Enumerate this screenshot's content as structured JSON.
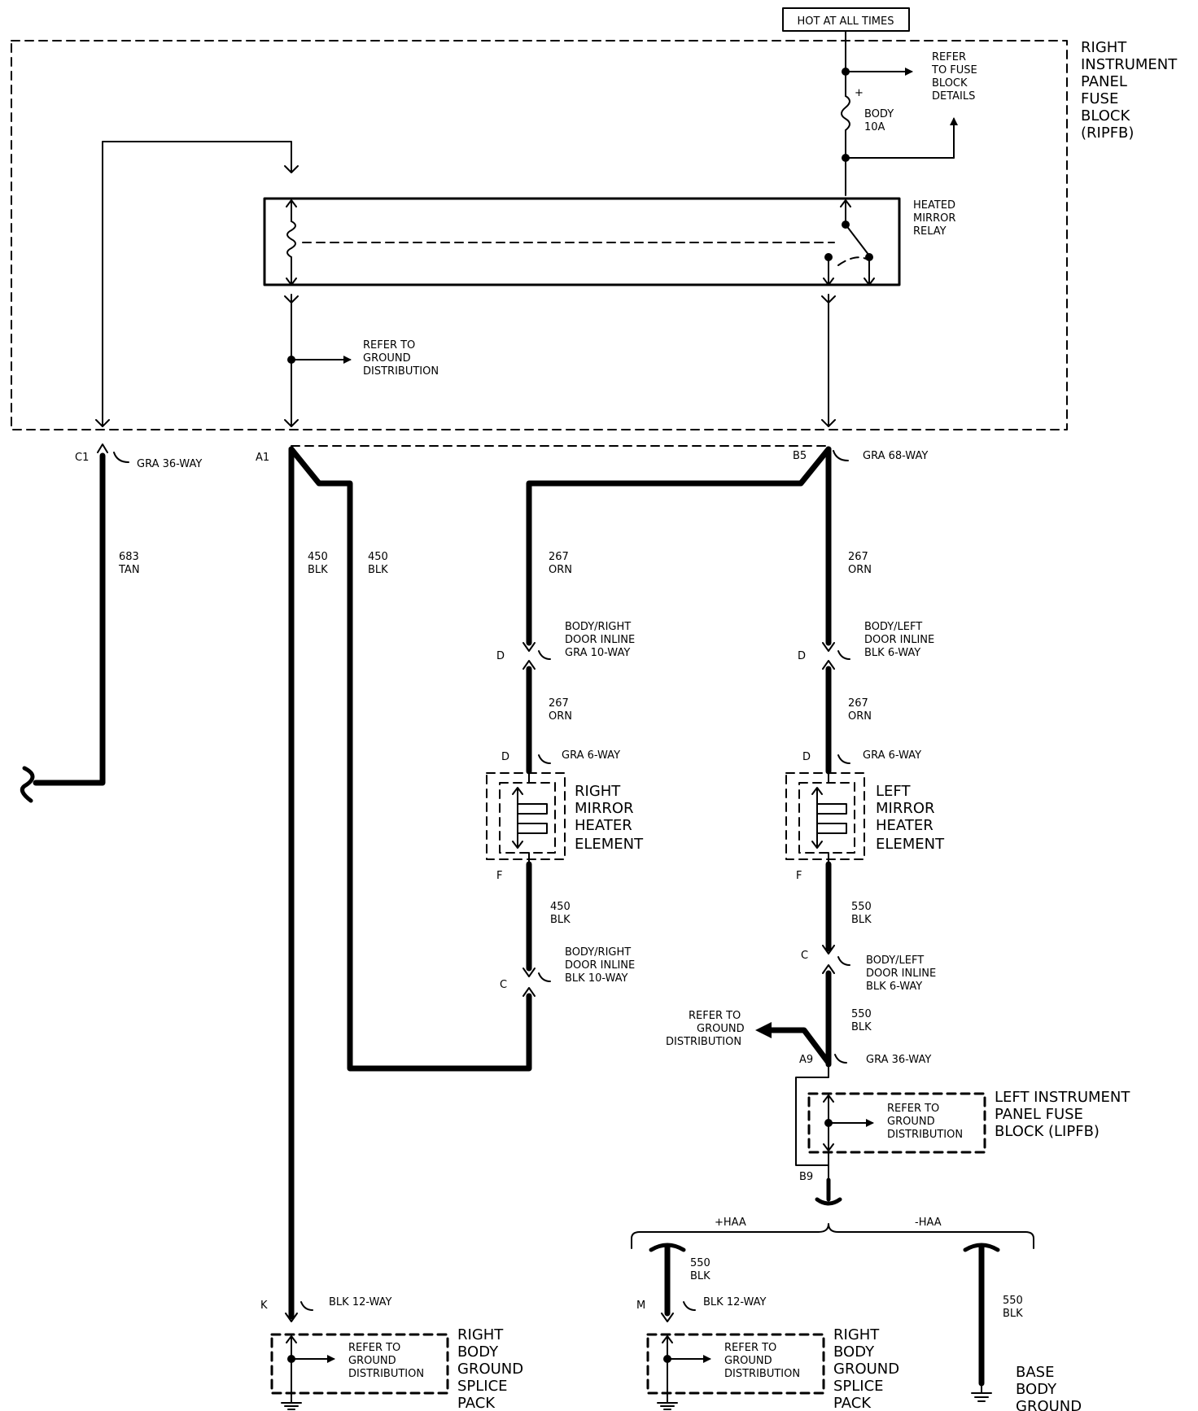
{
  "top": {
    "hot_label": "HOT AT ALL TIMES"
  },
  "ripfb": {
    "title": [
      "RIGHT",
      "INSTRUMENT",
      "PANEL",
      "FUSE",
      "BLOCK",
      "(RIPFB)"
    ],
    "fuse_ref": [
      "REFER",
      "TO FUSE",
      "BLOCK",
      "DETAILS"
    ],
    "fuse": [
      "BODY",
      "10A"
    ],
    "fuse_plus": "+",
    "relay": [
      "HEATED",
      "MIRROR",
      "RELAY"
    ],
    "ground_ref": [
      "REFER TO",
      "GROUND",
      "DISTRIBUTION"
    ]
  },
  "connectors": {
    "c1": {
      "pin": "C1",
      "label": "GRA 36-WAY"
    },
    "a1": {
      "pin": "A1"
    },
    "b5": {
      "pin": "B5",
      "label": "GRA 68-WAY"
    }
  },
  "wires": {
    "w683": [
      "683",
      "TAN"
    ],
    "w450a": [
      "450",
      "BLK"
    ],
    "w450b": [
      "450",
      "BLK"
    ],
    "w267_right": [
      "267",
      "ORN"
    ],
    "w267_left": [
      "267",
      "ORN"
    ],
    "w267_right_lower": [
      "267",
      "ORN"
    ],
    "w267_left_lower": [
      "267",
      "ORN"
    ],
    "w450_right_elem": [
      "450",
      "BLK"
    ],
    "w550_left_elem": [
      "550",
      "BLK"
    ],
    "w550_left_lower": [
      "550",
      "BLK"
    ],
    "w550_haa_plus": [
      "550",
      "BLK"
    ],
    "w550_haa_minus": [
      "550",
      "BLK"
    ]
  },
  "right_door": {
    "inline_d": {
      "pin": "D",
      "label": [
        "BODY/RIGHT",
        "DOOR INLINE",
        "GRA 10-WAY"
      ]
    },
    "elem_conn": {
      "pin": "D",
      "label": "GRA 6-WAY"
    },
    "element": [
      "RIGHT",
      "MIRROR",
      "HEATER",
      "ELEMENT"
    ],
    "elem_f": "F",
    "inline_c": {
      "pin": "C",
      "label": [
        "BODY/RIGHT",
        "DOOR INLINE",
        "BLK 10-WAY"
      ]
    }
  },
  "left_door": {
    "inline_d": {
      "pin": "D",
      "label": [
        "BODY/LEFT",
        "DOOR INLINE",
        "BLK 6-WAY"
      ]
    },
    "elem_conn": {
      "pin": "D",
      "label": "GRA 6-WAY"
    },
    "element": [
      "LEFT",
      "MIRROR",
      "HEATER",
      "ELEMENT"
    ],
    "elem_f": "F",
    "inline_c": {
      "pin": "C",
      "label": [
        "BODY/LEFT",
        "DOOR INLINE",
        "BLK 6-WAY"
      ]
    }
  },
  "lipfb": {
    "ground_ref_external": [
      "REFER TO",
      "GROUND",
      "DISTRIBUTION"
    ],
    "a9": {
      "pin": "A9",
      "label": "GRA 36-WAY"
    },
    "title": [
      "LEFT INSTRUMENT",
      "PANEL FUSE",
      "BLOCK (LIPFB)"
    ],
    "ground_ref": [
      "REFER TO",
      "GROUND",
      "DISTRIBUTION"
    ],
    "b9": "B9"
  },
  "options": {
    "plus": "+HAA",
    "minus": "-HAA"
  },
  "grounds": {
    "k": {
      "pin": "K",
      "label": "BLK 12-WAY"
    },
    "m": {
      "pin": "M",
      "label": "BLK 12-WAY"
    },
    "right_splice_a": {
      "ref": [
        "REFER TO",
        "GROUND",
        "DISTRIBUTION"
      ],
      "title": [
        "RIGHT",
        "BODY",
        "GROUND",
        "SPLICE",
        "PACK"
      ]
    },
    "right_splice_b": {
      "ref": [
        "REFER TO",
        "GROUND",
        "DISTRIBUTION"
      ],
      "title": [
        "RIGHT",
        "BODY",
        "GROUND",
        "SPLICE",
        "PACK"
      ]
    },
    "base": [
      "BASE",
      "BODY",
      "GROUND"
    ]
  }
}
